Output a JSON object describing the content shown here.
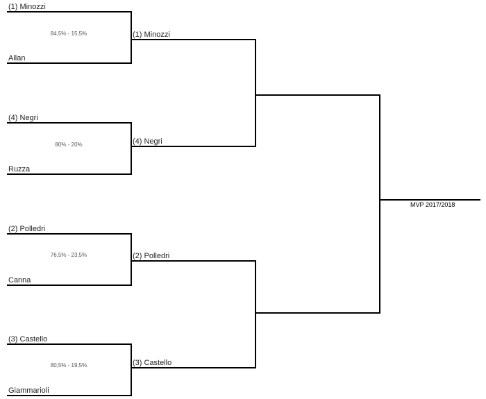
{
  "round1": [
    {
      "top": "(1) Minozzi",
      "bottom": "Allan",
      "score": "84,5% - 15,5%"
    },
    {
      "top": "(4) Negri",
      "bottom": "Ruzza",
      "score": "80% - 20%"
    },
    {
      "top": "(2) Polledri",
      "bottom": "Canna",
      "score": "76,5% - 23,5%"
    },
    {
      "top": "(3) Castello",
      "bottom": "Giammarioli",
      "score": "80,5% - 19,5%"
    }
  ],
  "round2": [
    {
      "name": "(1) Minozzi"
    },
    {
      "name": "(4) Negri"
    },
    {
      "name": "(2) Polledri"
    },
    {
      "name": "(3) Castello"
    }
  ],
  "final": {
    "title": "MVP 2017/2018"
  },
  "colors": {
    "line": "#000000",
    "text": "#222222",
    "score": "#555555"
  }
}
